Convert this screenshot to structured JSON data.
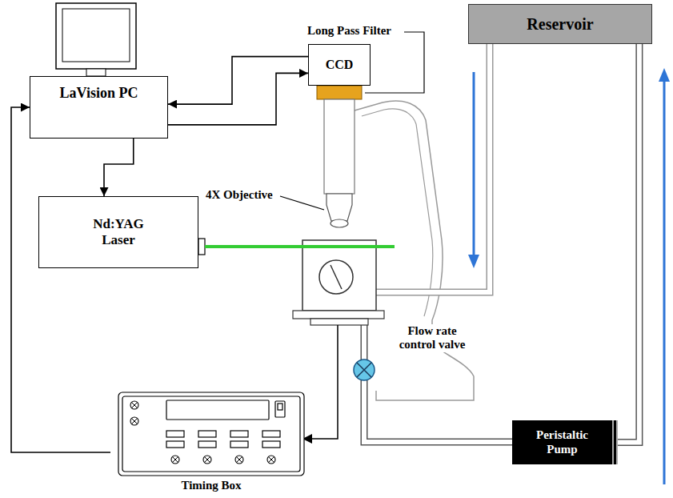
{
  "diagram": {
    "nodes": [
      {
        "text": [
          "CCD"
        ]
      },
      {
        "text": [
          "Reservoir"
        ]
      },
      {
        "text": [
          "LaVision PC"
        ]
      },
      {
        "text": [
          "Nd:YAG Laser"
        ]
      },
      {
        "text": [
          "Peristaltic Pump"
        ]
      },
      {
        "text": [
          "Timing Box"
        ]
      }
    ],
    "edges": [
      {
        "from": 2,
        "to": 0,
        "arrow": "to"
      },
      {
        "from": 0,
        "to": 2,
        "arrow": "to"
      },
      {
        "from": 2,
        "to": 3,
        "arrow": "to"
      },
      {
        "from": 5,
        "to": 2,
        "arrow": "to"
      },
      {
        "from": 4,
        "to": 1,
        "arrow": "none"
      }
    ],
    "labels": [
      "Long Pass Filter",
      "4X Objective",
      "Flow rate control valve"
    ]
  }
}
